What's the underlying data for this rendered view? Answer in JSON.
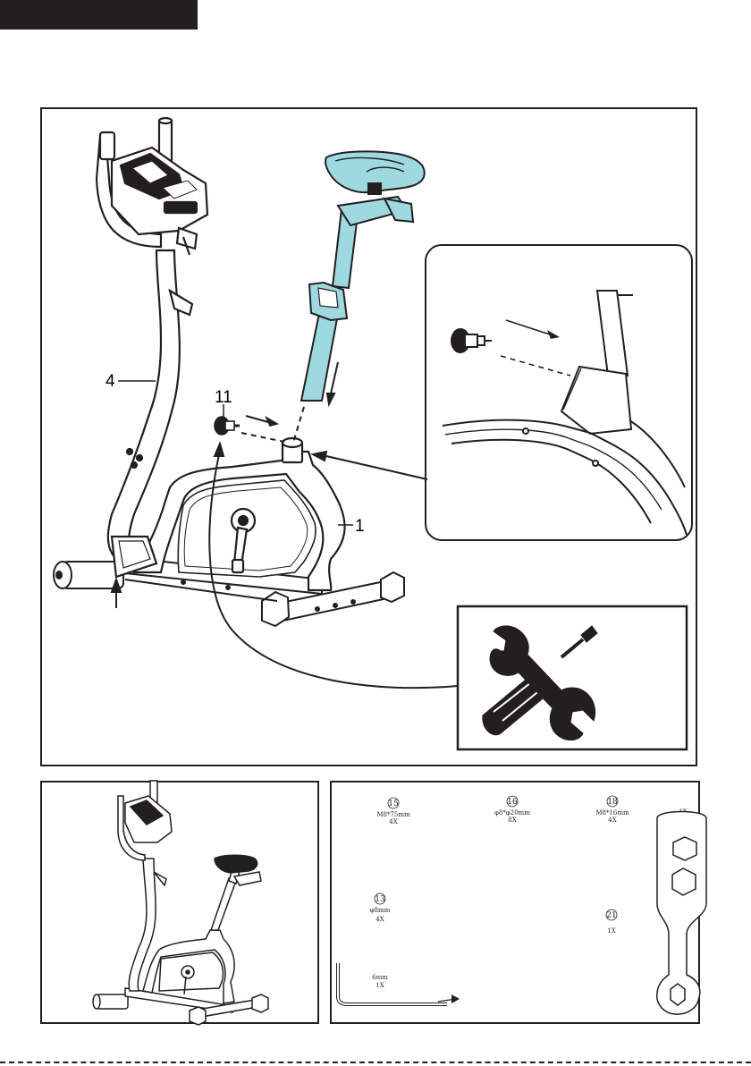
{
  "main_callouts": {
    "handlebar_post": "4",
    "knob": "11",
    "frame": "1"
  },
  "hardware": {
    "bolt_15": {
      "num": "15",
      "spec": "M8*75mm",
      "qty": "4X"
    },
    "washer_16": {
      "num": "16",
      "spec": "φ8*φ20mm",
      "qty": "8X"
    },
    "bolt_18": {
      "num": "18",
      "spec": "M8*16mm",
      "qty": "4X"
    },
    "washer_13": {
      "num": "13",
      "spec": "φ8mm",
      "qty": "4X"
    },
    "screwdriver_21": {
      "num": "21",
      "qty": "1X"
    },
    "allen_key": {
      "size": "6mm",
      "qty": "1X"
    },
    "wrench": {
      "qty": "1X"
    }
  },
  "colors": {
    "ink": "#231f20",
    "seat_post_accent": "#9fd9e0"
  },
  "icons": [
    "tools-icon"
  ]
}
